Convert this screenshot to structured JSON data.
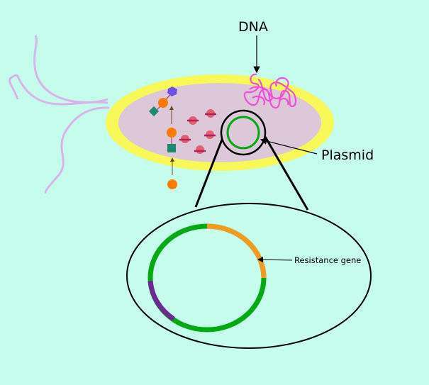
{
  "labels": {
    "dna": "DNA",
    "plasmid": "Plasmid",
    "resistance_gene": "Resistance gene"
  },
  "colors": {
    "background": "#c6fcec",
    "cell_wall": "#f8f858",
    "cytoplasm": "#dcc8d8",
    "flagella": "#d8b4ec",
    "dna": "#f050d8",
    "plasmid_backbone": "#00aa10",
    "resistance_gene": "#f59a20",
    "other_gene": "#6a2c90",
    "ribosome": "#e06070",
    "orange_molecule": "#ff7a00",
    "teal_molecule": "#1e8a6c",
    "purple_molecule": "#7050e0"
  }
}
